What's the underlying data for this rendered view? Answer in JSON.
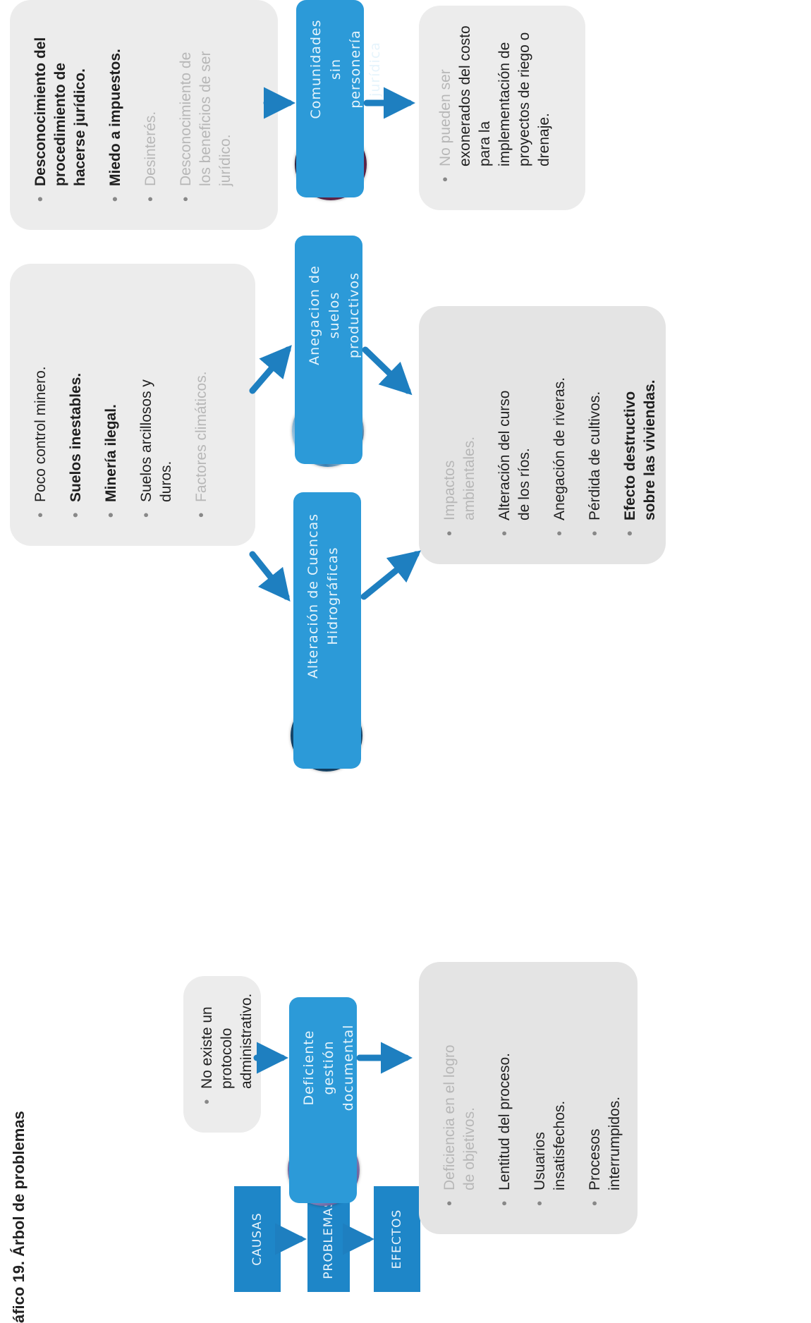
{
  "caption": "áfico 19. Árbol de problemas",
  "legend": {
    "causes": "CAUSAS",
    "problems": "PROBLEMAS",
    "effects": "EFECTOS"
  },
  "columns": [
    {
      "problem": [
        "Deficiente gestión",
        "documental"
      ],
      "causes": [
        {
          "lines": [
            "No existe un protocolo",
            "administrativo."
          ]
        }
      ],
      "effects": [
        {
          "lines": [
            "Deficiencia en el logro",
            "de objetivos."
          ]
        },
        {
          "lines": [
            "Lentitud del proceso."
          ]
        },
        {
          "lines": [
            "Usuarios",
            "insatisfechos."
          ]
        },
        {
          "lines": [
            "Procesos",
            "interrumpidos."
          ]
        }
      ]
    },
    {
      "problem": [
        "Alteración de Cuencas",
        "Hidrográficas"
      ],
      "effects": [
        {
          "lines": [
            "Impactos",
            "ambientales."
          ]
        },
        {
          "lines": [
            "Alteración del curso",
            "de los ríos."
          ]
        },
        {
          "lines": [
            "Anegación de riveras."
          ]
        },
        {
          "lines": [
            "Pérdida de cultivos."
          ]
        },
        {
          "lines": [
            "Efecto destructivo",
            "sobre las viviendas."
          ]
        }
      ]
    },
    {
      "problem": [
        "Anegacion de suelos",
        "productivos"
      ],
      "shared_causes": [
        {
          "lines": [
            "Poco control minero."
          ]
        },
        {
          "lines": [
            "Suelos inestables."
          ]
        },
        {
          "lines": [
            "Minería ilegal."
          ]
        },
        {
          "lines": [
            "Suelos arcillosos y",
            "duros."
          ]
        },
        {
          "lines": [
            "Factores climáticos."
          ]
        }
      ]
    },
    {
      "problem": [
        "Comunidades sin",
        "personería jurídica"
      ],
      "causes": [
        {
          "lines": [
            "Desconocimiento del",
            "procedimiento de",
            "hacerse jurídico."
          ]
        },
        {
          "lines": [
            "Miedo a impuestos."
          ]
        },
        {
          "lines": [
            "Desinterés."
          ]
        },
        {
          "lines": [
            "Desconocimiento de",
            "los beneficios de ser",
            "jurídico."
          ]
        }
      ],
      "effects": [
        {
          "lines": [
            "No pueden ser",
            "exonerados del costo",
            "para la",
            "implementación de",
            "proyectos de riego o",
            "drenaje."
          ]
        }
      ]
    }
  ]
}
